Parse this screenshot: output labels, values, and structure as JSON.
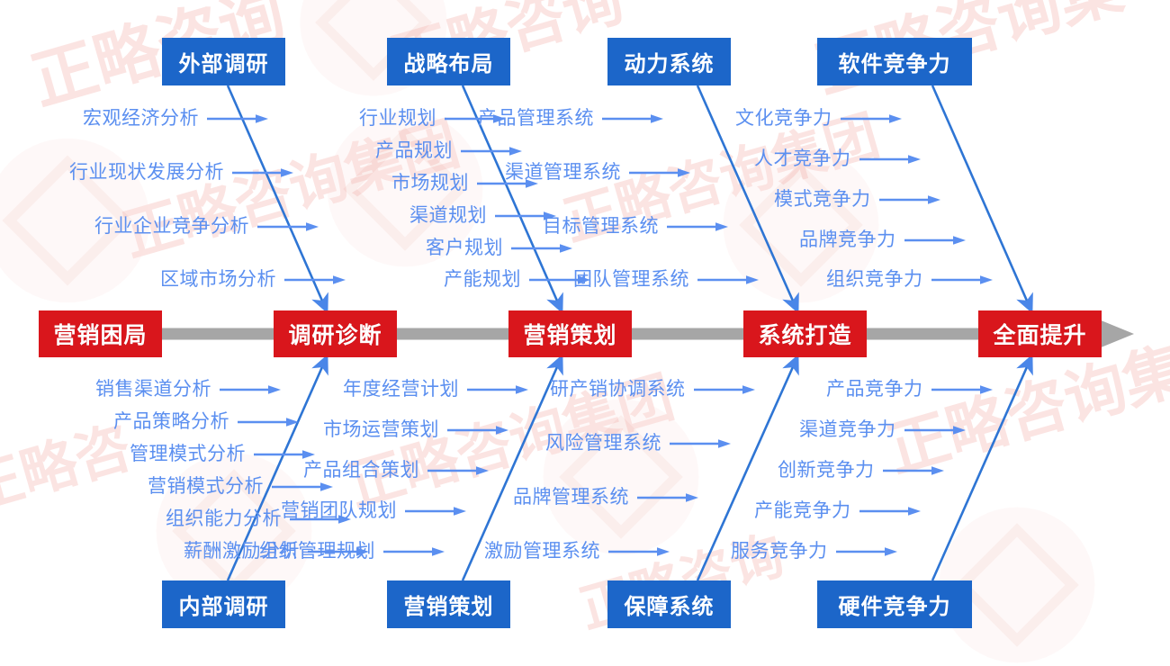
{
  "diagram": {
    "type": "fishbone",
    "title_chain": [
      "营销困局",
      "调研诊断",
      "营销策划",
      "系统打造",
      "全面提升"
    ],
    "colors": {
      "spine_box": "#D9161C",
      "category_box": "#1C66C9",
      "cause_text": "#5B8FF0",
      "spine_line": "#A6A6A6",
      "background": "#FFFFFF"
    }
  },
  "spine": {
    "nodes": [
      {
        "label": "营销困局"
      },
      {
        "label": "调研诊断"
      },
      {
        "label": "营销策划"
      },
      {
        "label": "系统打造"
      },
      {
        "label": "全面提升"
      }
    ]
  },
  "top_branches": [
    {
      "label": "外部调研",
      "causes": [
        "宏观经济分析",
        "行业现状发展分析",
        "行业企业竞争分析",
        "区域市场分析"
      ]
    },
    {
      "label": "战略布局",
      "causes": [
        "行业规划",
        "产品规划",
        "市场规划",
        "渠道规划",
        "客户规划",
        "产能规划"
      ]
    },
    {
      "label": "动力系统",
      "causes": [
        "产品管理系统",
        "渠道管理系统",
        "目标管理系统",
        "团队管理系统"
      ]
    },
    {
      "label": "软件竞争力",
      "causes": [
        "文化竞争力",
        "人才竞争力",
        "模式竞争力",
        "品牌竞争力",
        "组织竞争力"
      ]
    }
  ],
  "bottom_branches": [
    {
      "label": "内部调研",
      "causes": [
        "销售渠道分析",
        "产品策略分析",
        "管理模式分析",
        "营销模式分析",
        "组织能力分析",
        "薪酬激励分析"
      ]
    },
    {
      "label": "营销策划",
      "causes": [
        "年度经营计划",
        "市场运营策划",
        "产品组合策划",
        "营销团队规划",
        "组织管理规划"
      ]
    },
    {
      "label": "保障系统",
      "causes": [
        "研产销协调系统",
        "风险管理系统",
        "品牌管理系统",
        "激励管理系统"
      ]
    },
    {
      "label": "硬件竞争力",
      "causes": [
        "产品竞争力",
        "渠道竞争力",
        "创新竞争力",
        "产能竞争力",
        "服务竞争力"
      ]
    }
  ],
  "watermark": {
    "text": "正略咨询集团"
  }
}
